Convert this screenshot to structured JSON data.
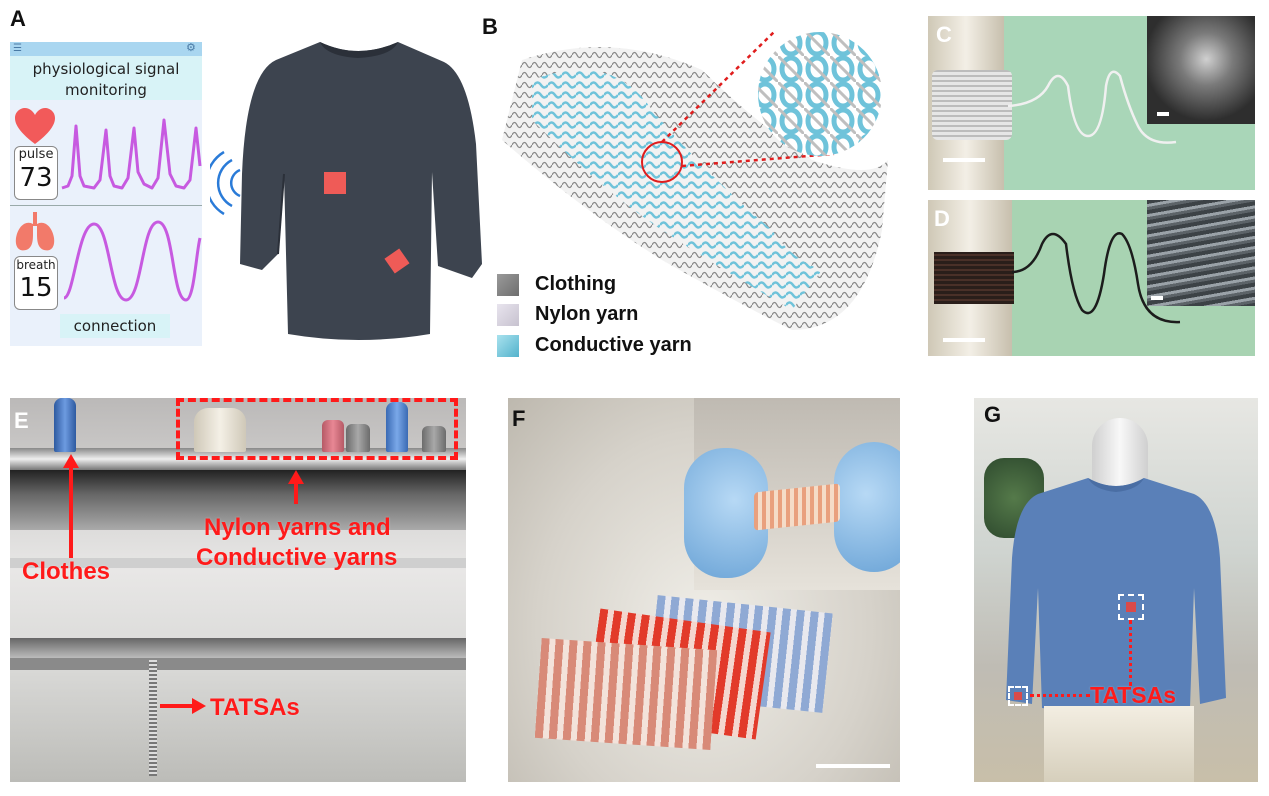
{
  "panels": {
    "a": {
      "label": "A",
      "app_title": "physiological signal monitoring",
      "pulse_label": "pulse",
      "pulse_value": "73",
      "breath_label": "breath",
      "breath_value": "15",
      "connection_label": "connection"
    },
    "b": {
      "label": "B",
      "legend": [
        "Clothing",
        "Nylon yarn",
        "Conductive yarn"
      ]
    },
    "c": {
      "label": "C"
    },
    "d": {
      "label": "D"
    },
    "e": {
      "label": "E",
      "clothes_label": "Clothes",
      "yarns_label_line1": "Nylon yarns and",
      "yarns_label_line2": "Conductive yarns",
      "tatsas_label": "TATSAs"
    },
    "f": {
      "label": "F"
    },
    "g": {
      "label": "G",
      "tatsas_label": "TATSAs"
    }
  },
  "colors": {
    "annotation_red": "#ff1a1a",
    "signal_purple": "#c75ae0",
    "conductive_blue": "#6fc3da",
    "shirt_dark": "#3d444f",
    "shirt_blue": "#5a80b8"
  },
  "icons": [
    "menu-icon",
    "settings-icon",
    "heart-icon",
    "lungs-icon",
    "bluetooth-icon"
  ]
}
